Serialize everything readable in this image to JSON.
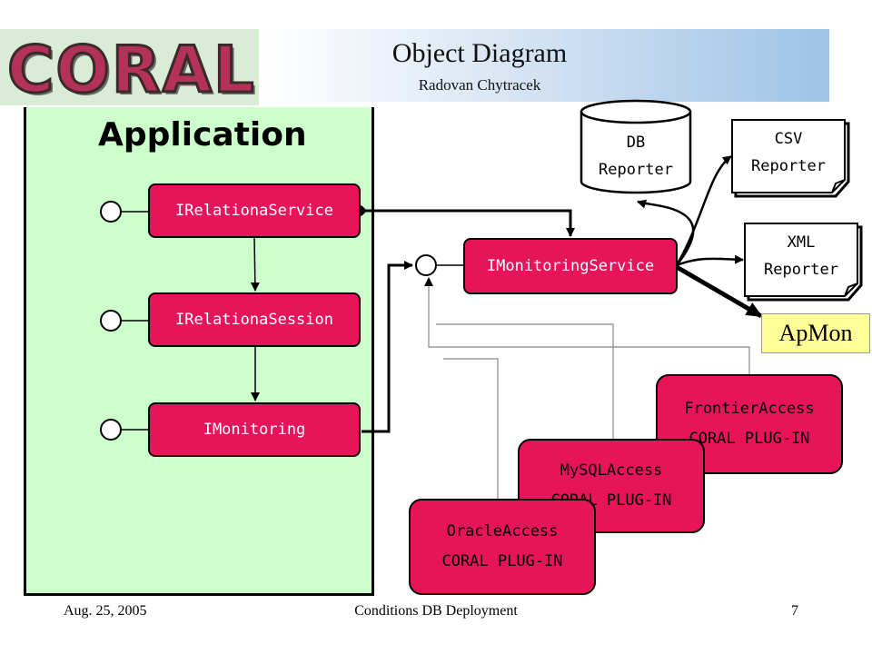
{
  "header": {
    "logo_text": "CORAL",
    "title": "Object Diagram",
    "subtitle": "Radovan Chytracek"
  },
  "application": {
    "title": "Application",
    "interfaces": [
      "IRelationaService",
      "IRelationaSession",
      "IMonitoring"
    ]
  },
  "monitoring_service": "IMonitoringService",
  "reporters": {
    "db": [
      "DB",
      "Reporter"
    ],
    "csv": [
      "CSV",
      "Reporter"
    ],
    "xml": [
      "XML",
      "Reporter"
    ]
  },
  "apmon": "ApMon",
  "plugins": [
    {
      "name": "FrontierAccess",
      "tag": "CORAL PLUG-IN"
    },
    {
      "name": "MySQLAccess",
      "tag": "CORAL PLUG-IN"
    },
    {
      "name": "OracleAccess",
      "tag": "CORAL PLUG-IN"
    }
  ],
  "footer": {
    "date": "Aug. 25, 2005",
    "center": "Conditions DB Deployment",
    "page": "7"
  },
  "colors": {
    "interface_fill": "#e8145a",
    "app_panel": "#ccffcc",
    "apmon_fill": "#ffff99"
  }
}
